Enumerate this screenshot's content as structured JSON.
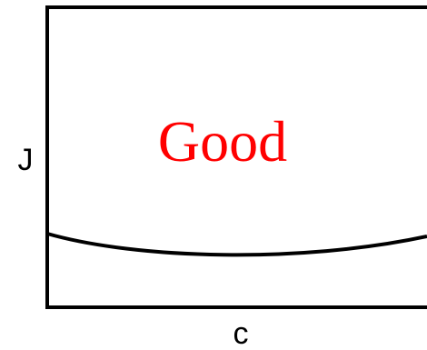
{
  "diagram": {
    "region_label": "Good",
    "x_axis_label": "c",
    "y_axis_label": "J"
  },
  "colors": {
    "region_label": "#ff0000",
    "lines": "#000000",
    "background": "#ffffff"
  }
}
